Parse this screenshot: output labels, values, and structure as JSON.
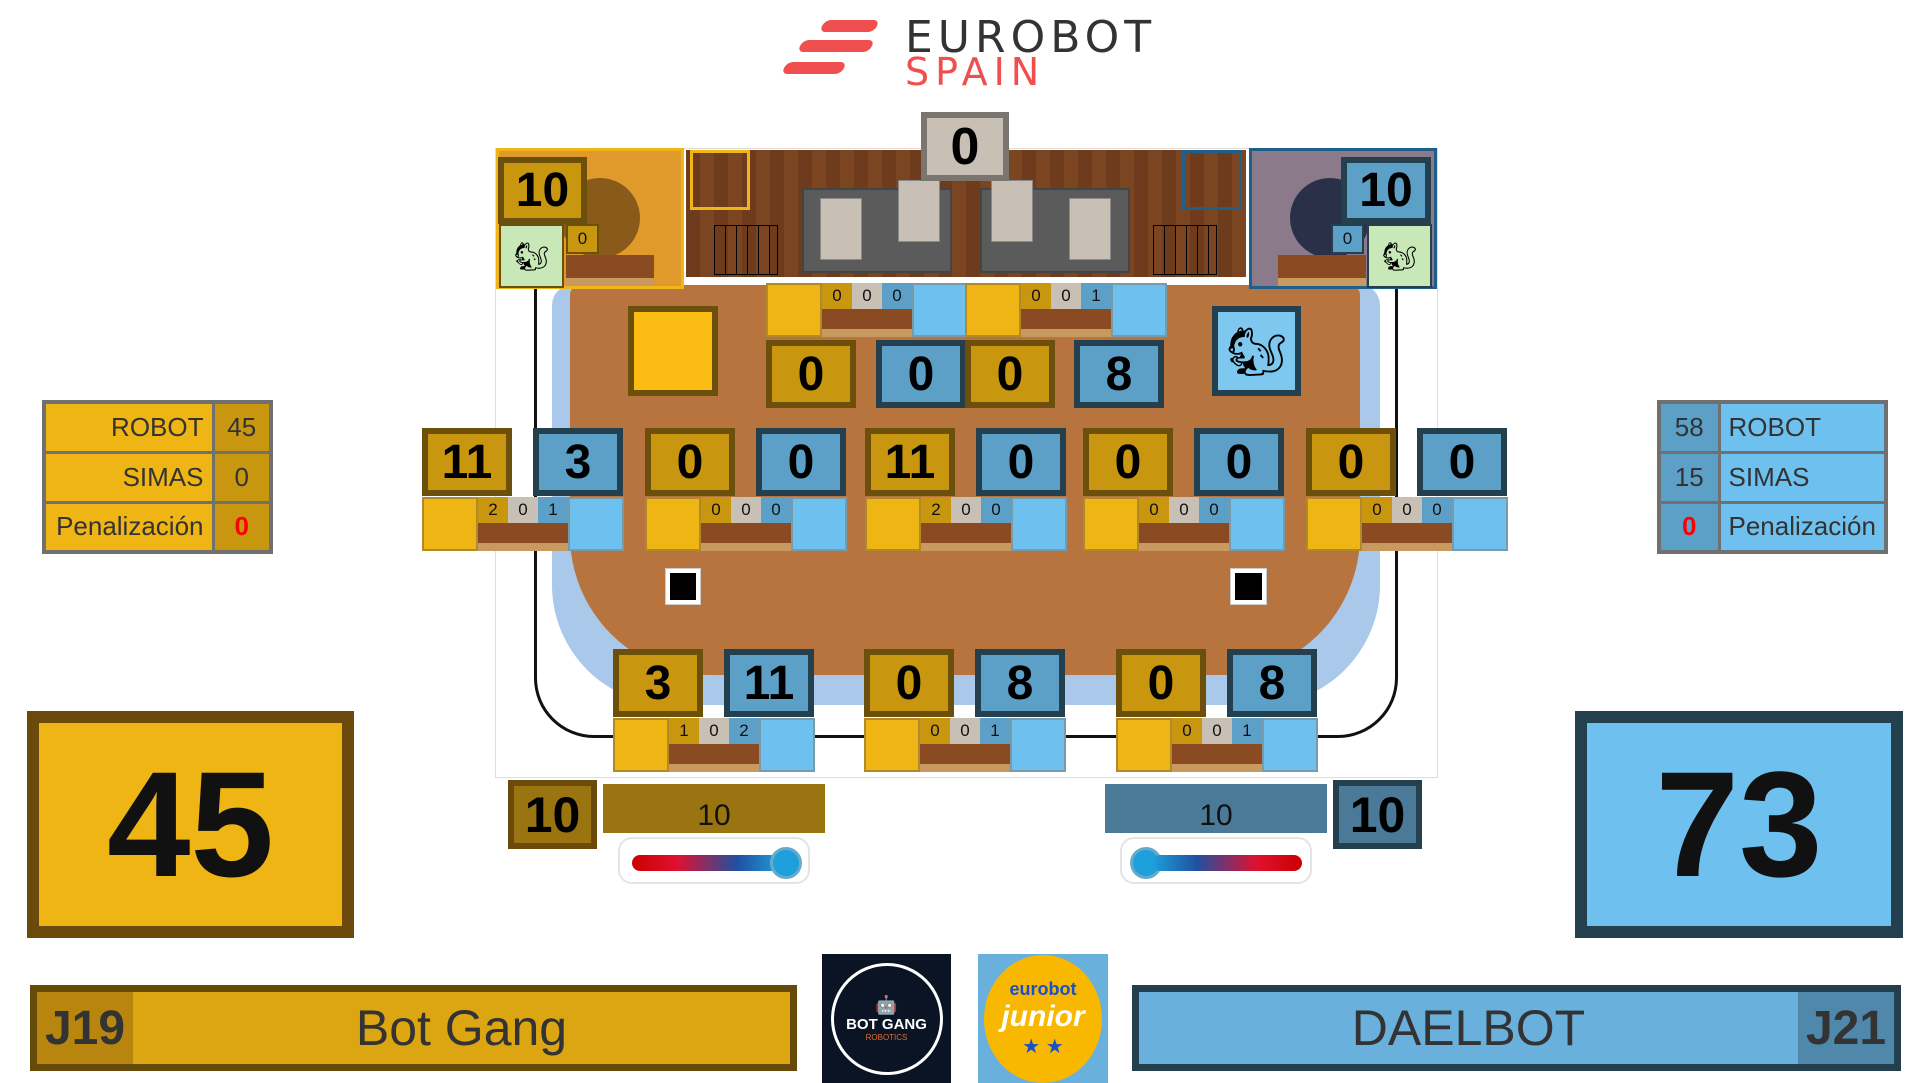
{
  "header": {
    "logo_top": "EUROBOT",
    "logo_bottom": "SPAIN"
  },
  "colors": {
    "yellow_box": "#c8960f",
    "yellow_pantry": "#eeb515",
    "blue_box": "#5ca0c8",
    "blue_pantry": "#6ec0ee",
    "penalty": "#ff0000",
    "brand_red": "#ef4f4f"
  },
  "field": {
    "central_score": "0",
    "top_row": {
      "scores": [
        "0",
        "0",
        "0",
        "8"
      ],
      "pantries": [
        [
          "0",
          "0",
          "0"
        ],
        [
          "0",
          "0",
          "1"
        ]
      ]
    },
    "middle_row": {
      "scores": [
        "11",
        "3",
        "0",
        "0",
        "11",
        "0",
        "0",
        "0",
        "0",
        "0"
      ],
      "pantries": [
        [
          "2",
          "0",
          "1"
        ],
        [
          "0",
          "0",
          "0"
        ],
        [
          "2",
          "0",
          "0"
        ],
        [
          "0",
          "0",
          "0"
        ],
        [
          "0",
          "0",
          "0"
        ]
      ]
    },
    "bottom_row": {
      "scores": [
        "3",
        "11",
        "0",
        "8",
        "0",
        "8"
      ],
      "pantries": [
        [
          "1",
          "0",
          "2"
        ],
        [
          "0",
          "0",
          "1"
        ],
        [
          "0",
          "0",
          "1"
        ]
      ]
    }
  },
  "yellow": {
    "start_zone_score": "10",
    "nest_count": "0",
    "stats": [
      {
        "label": "ROBOT",
        "value": "45"
      },
      {
        "label": "SIMAS",
        "value": "0"
      },
      {
        "label": "Penalización",
        "value": "0"
      }
    ],
    "total": "45",
    "team_code": "J19",
    "team_name": "Bot Gang",
    "thermo_box": "10",
    "thermo_value": "10"
  },
  "blue": {
    "start_zone_score": "10",
    "nest_count": "0",
    "stats": [
      {
        "label": "ROBOT",
        "value": "58"
      },
      {
        "label": "SIMAS",
        "value": "15"
      },
      {
        "label": "Penalización",
        "value": "0"
      }
    ],
    "total": "73",
    "team_code": "J21",
    "team_name": "DAELBOT",
    "thermo_box": "10",
    "thermo_value": "10"
  },
  "logos": {
    "team_logo": [
      "BOT GANG",
      "ROBOTICS"
    ],
    "junior_logo": [
      "eurobot",
      "junior"
    ]
  }
}
